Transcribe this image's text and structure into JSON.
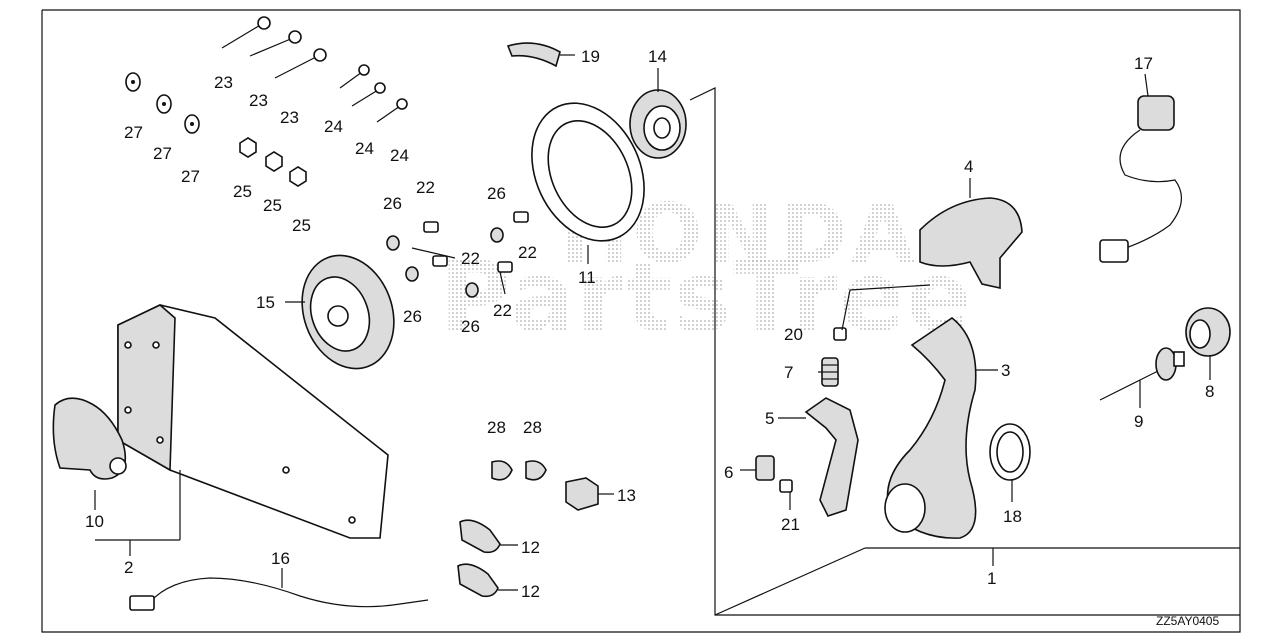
{
  "diagram": {
    "reference_code": "ZZ5AY0405",
    "watermark": {
      "brand": "HONDA",
      "site": "PartsTree"
    },
    "part_labels": [
      {
        "id": "p1",
        "text": "1"
      },
      {
        "id": "p2",
        "text": "2"
      },
      {
        "id": "p3",
        "text": "3"
      },
      {
        "id": "p4",
        "text": "4"
      },
      {
        "id": "p5",
        "text": "5"
      },
      {
        "id": "p6",
        "text": "6"
      },
      {
        "id": "p7",
        "text": "7"
      },
      {
        "id": "p8",
        "text": "8"
      },
      {
        "id": "p9",
        "text": "9"
      },
      {
        "id": "p10",
        "text": "10"
      },
      {
        "id": "p11",
        "text": "11"
      },
      {
        "id": "p12a",
        "text": "12"
      },
      {
        "id": "p12b",
        "text": "12"
      },
      {
        "id": "p13",
        "text": "13"
      },
      {
        "id": "p14",
        "text": "14"
      },
      {
        "id": "p15",
        "text": "15"
      },
      {
        "id": "p16",
        "text": "16"
      },
      {
        "id": "p17",
        "text": "17"
      },
      {
        "id": "p18",
        "text": "18"
      },
      {
        "id": "p19",
        "text": "19"
      },
      {
        "id": "p20",
        "text": "20"
      },
      {
        "id": "p21",
        "text": "21"
      },
      {
        "id": "p22a",
        "text": "22"
      },
      {
        "id": "p22b",
        "text": "22"
      },
      {
        "id": "p22c",
        "text": "22"
      },
      {
        "id": "p22d",
        "text": "22"
      },
      {
        "id": "p23a",
        "text": "23"
      },
      {
        "id": "p23b",
        "text": "23"
      },
      {
        "id": "p23c",
        "text": "23"
      },
      {
        "id": "p24a",
        "text": "24"
      },
      {
        "id": "p24b",
        "text": "24"
      },
      {
        "id": "p24c",
        "text": "24"
      },
      {
        "id": "p25a",
        "text": "25"
      },
      {
        "id": "p25b",
        "text": "25"
      },
      {
        "id": "p25c",
        "text": "25"
      },
      {
        "id": "p26a",
        "text": "26"
      },
      {
        "id": "p26b",
        "text": "26"
      },
      {
        "id": "p26c",
        "text": "26"
      },
      {
        "id": "p26d",
        "text": "26"
      },
      {
        "id": "p27a",
        "text": "27"
      },
      {
        "id": "p27b",
        "text": "27"
      },
      {
        "id": "p27c",
        "text": "27"
      },
      {
        "id": "p28a",
        "text": "28"
      },
      {
        "id": "p28b",
        "text": "28"
      }
    ]
  }
}
